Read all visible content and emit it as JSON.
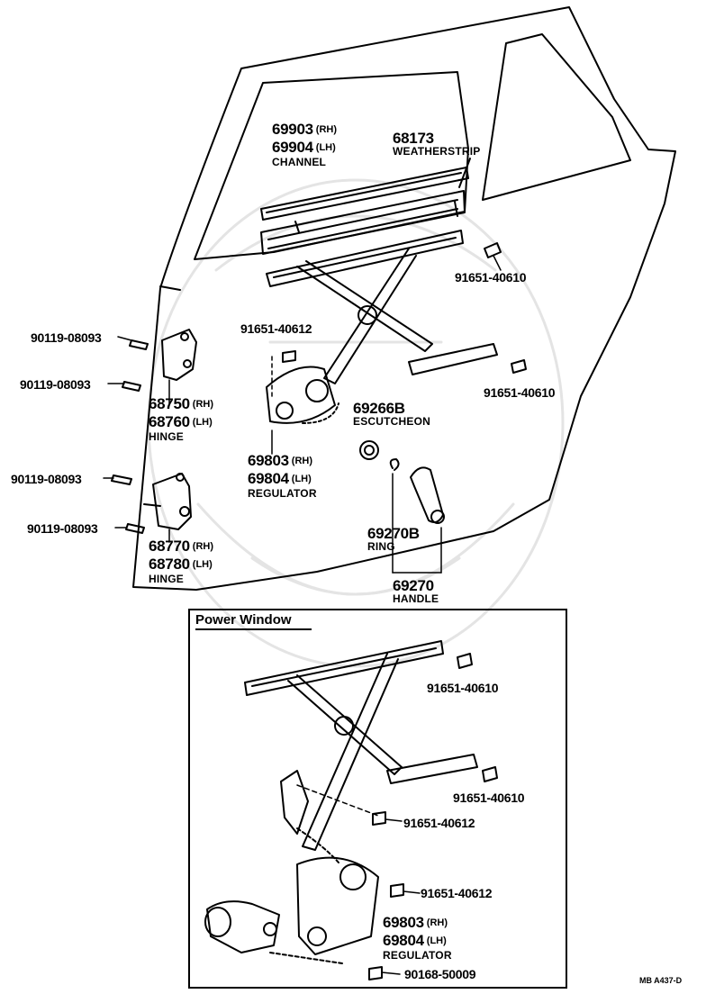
{
  "labels": {
    "channel_rh": "69903",
    "channel_lh": "69904",
    "channel_name": "CHANNEL",
    "weatherstrip_no": "68173",
    "weatherstrip_name": "WEATHERSTRIP",
    "bolt_top": "91651-40610",
    "bolt_reg": "91651-40612",
    "bolt_right": "91651-40610",
    "hinge_bolt_1": "90119-08093",
    "hinge_bolt_2": "90119-08093",
    "hinge_bolt_3": "90119-08093",
    "hinge_bolt_4": "90119-08093",
    "upper_hinge_rh": "68750",
    "upper_hinge_lh": "68760",
    "lower_hinge_rh": "68770",
    "lower_hinge_lh": "68780",
    "hinge_name": "HINGE",
    "escutcheon_no": "69266B",
    "escutcheon_name": "ESCUTCHEON",
    "regulator_rh": "69803",
    "regulator_lh": "69804",
    "regulator_name": "REGULATOR",
    "ring_no": "69270B",
    "ring_name": "RING",
    "handle_no": "69270",
    "handle_name": "HANDLE",
    "rh": "(RH)",
    "lh": "(LH)"
  },
  "power_window": {
    "title": "Power Window",
    "bolt_1": "91651-40610",
    "bolt_2": "91651-40610",
    "bolt_3": "91651-40612",
    "bolt_4": "91651-40612",
    "regulator_rh": "69803",
    "regulator_lh": "69804",
    "regulator_name": "REGULATOR",
    "screw": "90168-50009"
  },
  "diagram_code": "MB A437-D"
}
